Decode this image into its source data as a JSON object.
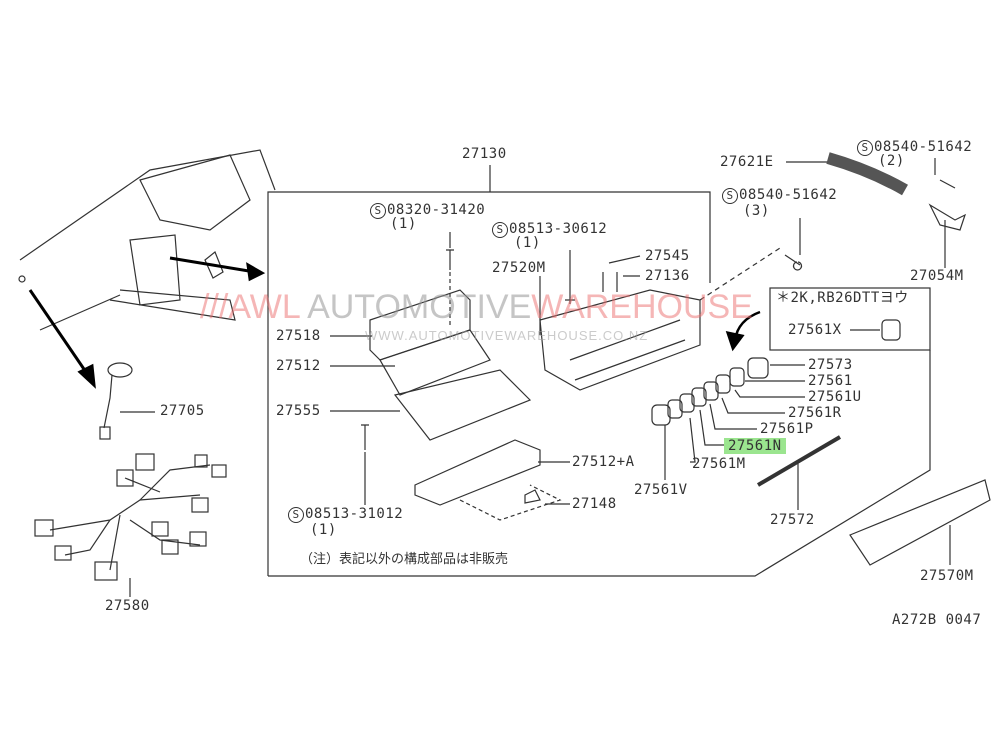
{
  "watermark": {
    "brand_short": "///AWL",
    "brand_gray": "AUTOMOTIVE",
    "brand_red": "WAREHOUSE",
    "url": "WWW.AUTOMOTIVEWAREHOUSE.CO.NZ"
  },
  "labels": {
    "p27130": "27130",
    "p08320": "08320-31420",
    "q08320": "(1)",
    "p08513a": "08513-30612",
    "q08513a": "(1)",
    "p27545": "27545",
    "p27136": "27136",
    "p27520M": "27520M",
    "p27518": "27518",
    "p27512": "27512",
    "p27555": "27555",
    "p27705": "27705",
    "p27580": "27580",
    "p27621E": "27621E",
    "p08540a": "08540-51642",
    "q08540a": "(2)",
    "p08540b": "08540-51642",
    "q08540b": "(3)",
    "p27054M": "27054M",
    "variant": "＊2K,RB26DTTヨウ",
    "p27561X": "27561X",
    "p27573": "27573",
    "p27561": "27561",
    "p27561U": "27561U",
    "p27561R": "27561R",
    "p27561P": "27561P",
    "p27561N": "27561N",
    "p27561M": "27561M",
    "p27561V": "27561V",
    "p27572": "27572",
    "p27570M": "27570M",
    "p27512A": "27512+A",
    "p27148": "27148",
    "p08513b": "08513-31012",
    "q08513b": "(1)",
    "diagram_id": "A272B 0047",
    "s": "S"
  },
  "note": "（注）表記以外の構成部品は非販売",
  "highlight_color": "#9be58f"
}
